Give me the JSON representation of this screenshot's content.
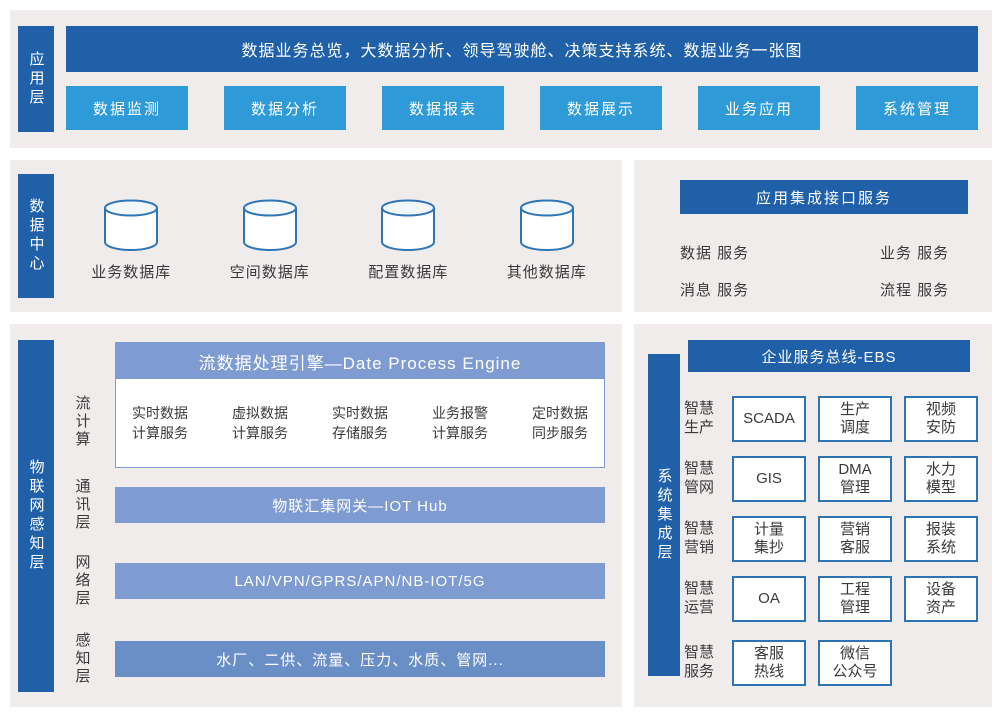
{
  "colors": {
    "dark_blue": "#1f60a8",
    "button_blue": "#2f9ad8",
    "bar_blue": "#7e9cd1",
    "bar_blue_dark": "#6a8fc7",
    "panel_gray": "#efeceb",
    "box_border": "#2e74b5",
    "text_dark": "#3a3a3a"
  },
  "app_layer": {
    "label": "应用层",
    "banner": "数据业务总览，大数据分析、领导驾驶舱、决策支持系统、数据业务一张图",
    "buttons": [
      "数据监测",
      "数据分析",
      "数据报表",
      "数据展示",
      "业务应用",
      "系统管理"
    ]
  },
  "data_center": {
    "label": "数据中心",
    "databases": [
      "业务数据库",
      "空间数据库",
      "配置数据库",
      "其他数据库"
    ]
  },
  "integration": {
    "header": "应用集成接口服务",
    "services": [
      "数据 服务",
      "业务 服务",
      "消息 服务",
      "流程 服务"
    ]
  },
  "iot": {
    "label": "物联网感知层",
    "stream": {
      "sublabel": "流计算",
      "header": "流数据处理引擎—Date Process Engine",
      "services": [
        "实时数据\n计算服务",
        "虚拟数据\n计算服务",
        "实时数据\n存储服务",
        "业务报警\n计算服务",
        "定时数据\n同步服务"
      ]
    },
    "comm": {
      "sublabel": "通讯层",
      "bar": "物联汇集网关—IOT Hub"
    },
    "network": {
      "sublabel": "网络层",
      "bar": "LAN/VPN/GPRS/APN/NB-IOT/5G"
    },
    "sense": {
      "sublabel": "感知层",
      "bar": "水厂、二供、流量、压力、水质、管网..."
    }
  },
  "esb": {
    "label": "系统集成层",
    "header": "企业服务总线-EBS",
    "rows": [
      {
        "label": "智慧\n生产",
        "boxes": [
          "SCADA",
          "生产\n调度",
          "视频\n安防"
        ]
      },
      {
        "label": "智慧\n管网",
        "boxes": [
          "GIS",
          "DMA\n管理",
          "水力\n模型"
        ]
      },
      {
        "label": "智慧\n营销",
        "boxes": [
          "计量\n集抄",
          "营销\n客服",
          "报装\n系统"
        ]
      },
      {
        "label": "智慧\n运营",
        "boxes": [
          "OA",
          "工程\n管理",
          "设备\n资产"
        ]
      },
      {
        "label": "智慧\n服务",
        "boxes": [
          "客服\n热线",
          "微信\n公众号"
        ]
      }
    ]
  }
}
